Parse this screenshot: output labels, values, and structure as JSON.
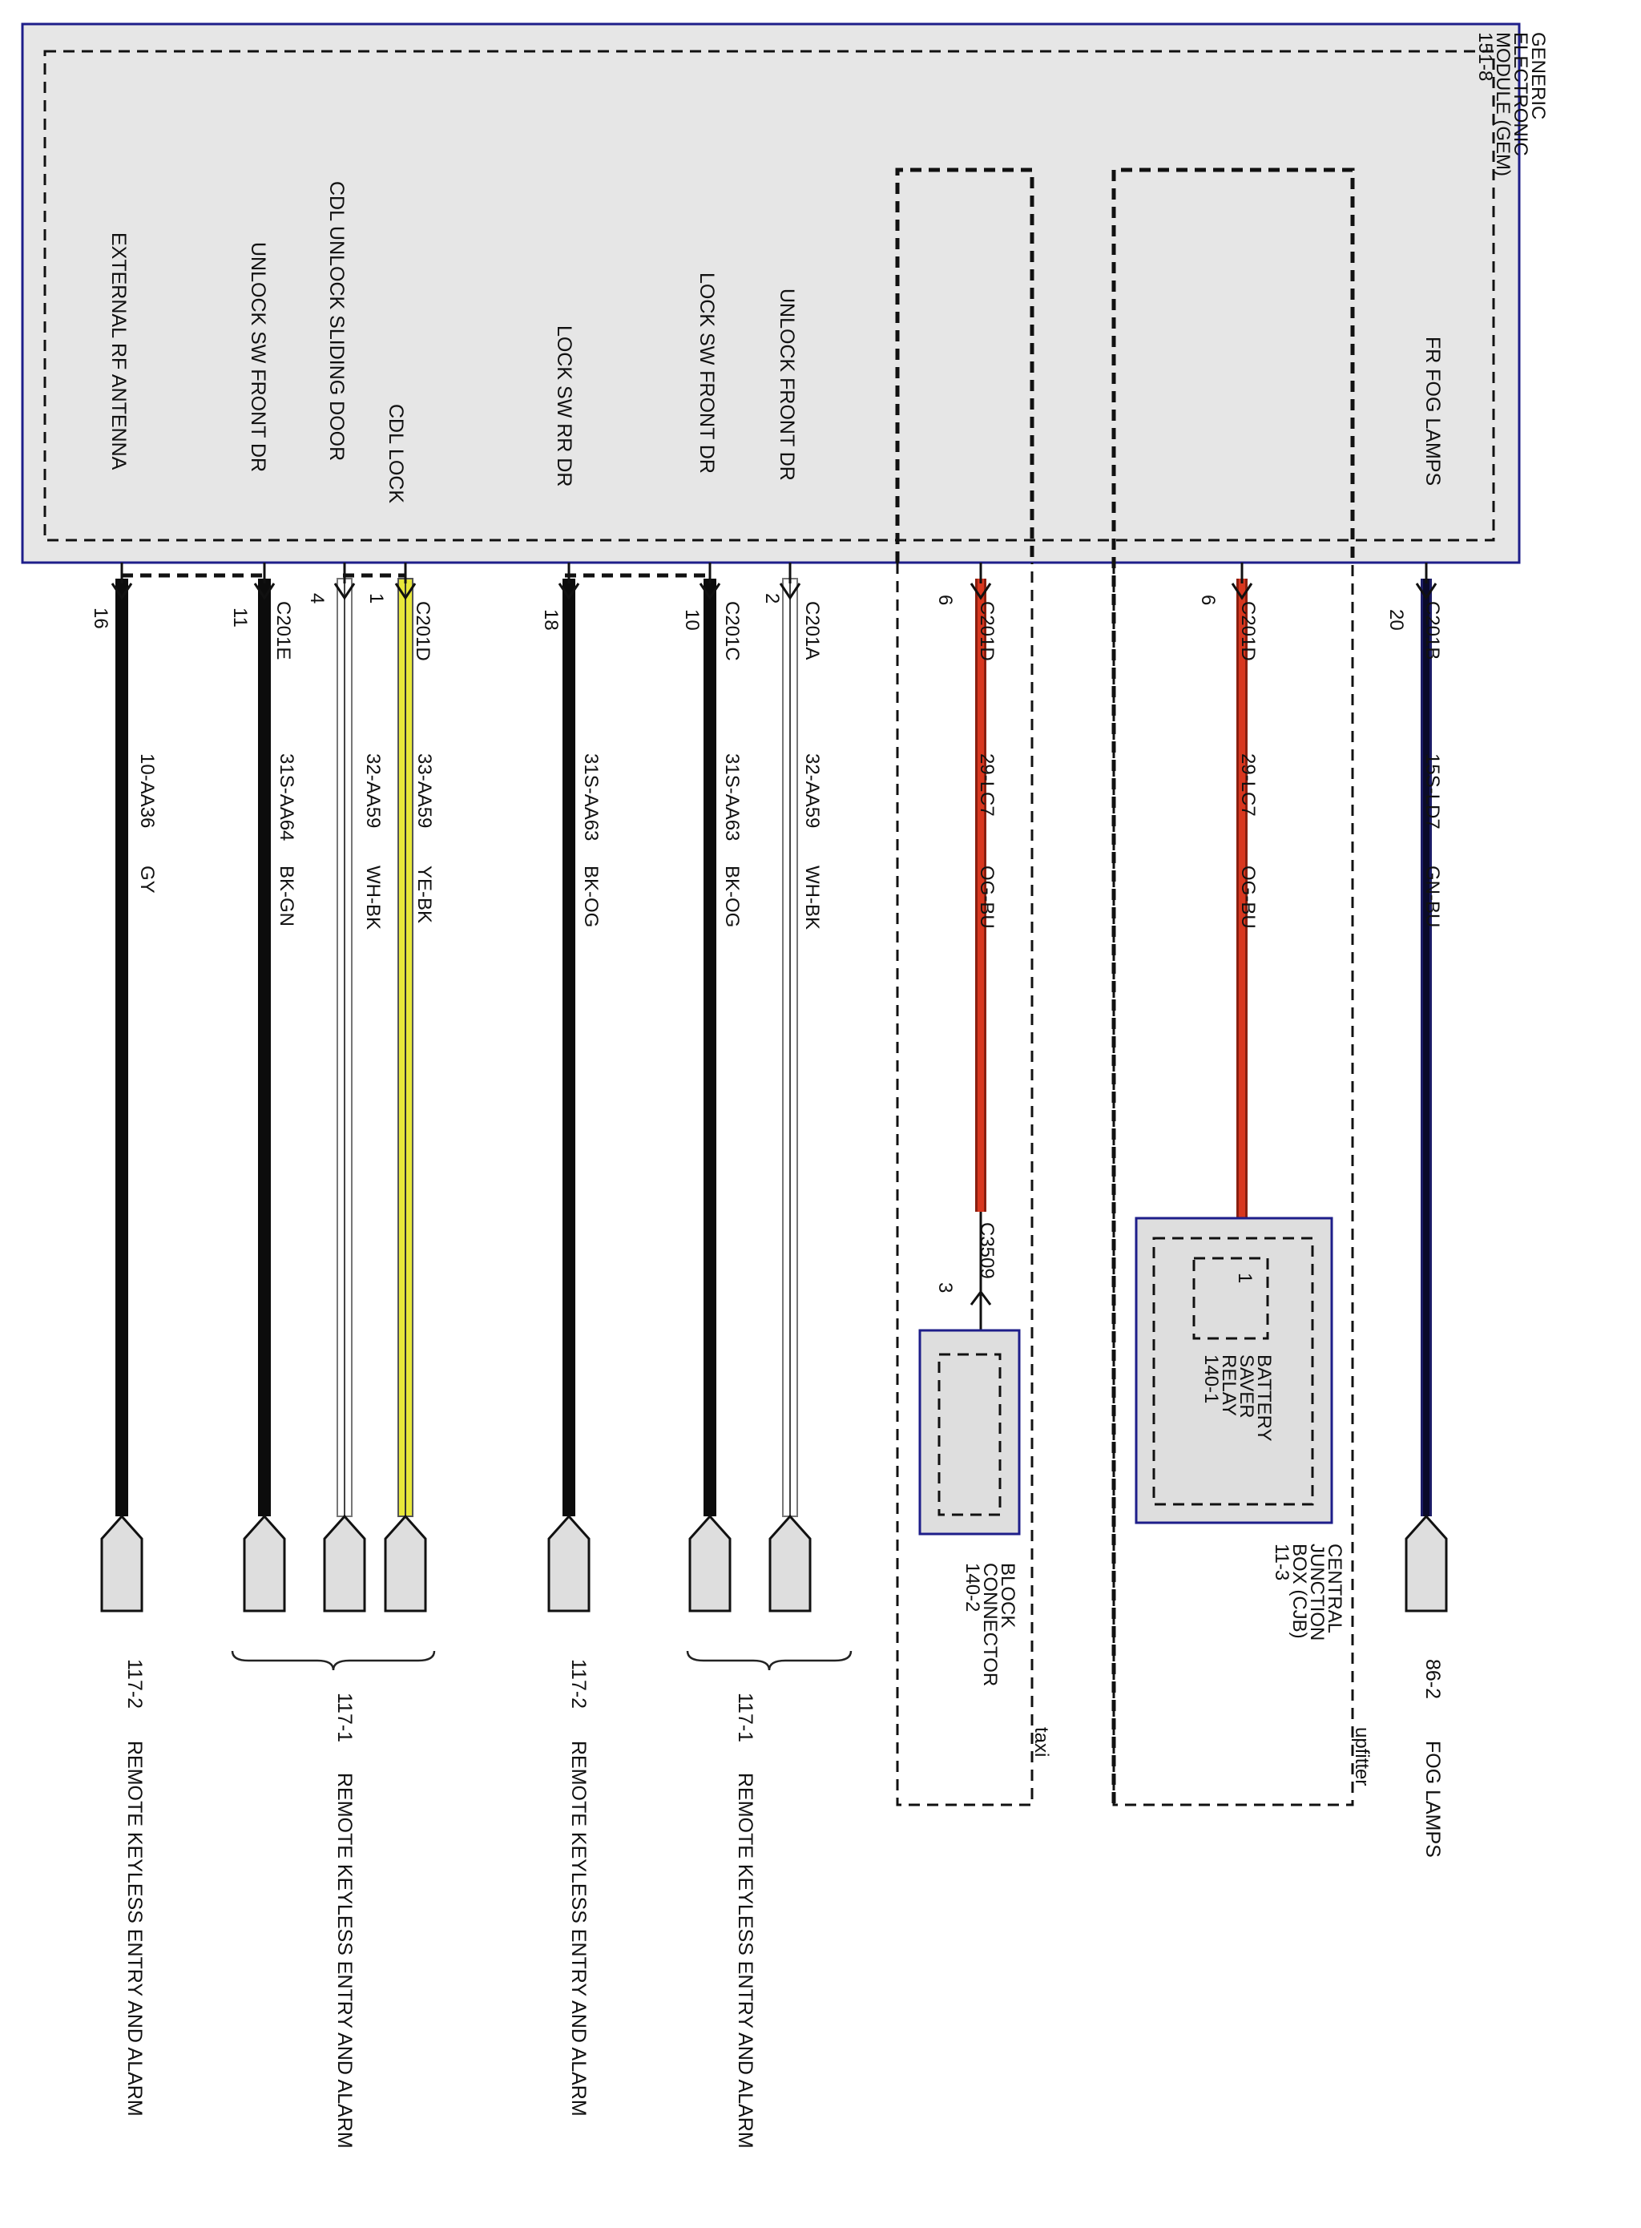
{
  "module": {
    "title_lines": [
      "GENERIC",
      "ELECTRONIC",
      "MODULE (GEM)",
      "151-8"
    ]
  },
  "circuits": [
    {
      "id": "fog",
      "function": "FR FOG LAMPS",
      "connector": "C201B",
      "pin": "20",
      "circuit": "15S-LD7",
      "color_code": "GN-BU",
      "wire_colors": [
        "#0a0a2a",
        "#1c1c66"
      ],
      "dest_pages": [
        "86-2"
      ],
      "dest_labels": [
        "FOG LAMPS"
      ]
    },
    {
      "id": "upfitter",
      "function": "",
      "connector": "C201D",
      "pin": "6",
      "circuit": "29-LC7",
      "color_code": "OG-BU",
      "wire_colors": [
        "#d8371f",
        "#8a1f10"
      ],
      "option_label": "upfitter",
      "relay_pin": "1",
      "relay_lines": [
        "BATTERY",
        "SAVER",
        "RELAY",
        "140-1"
      ],
      "box_lines": [
        "CENTRAL",
        "JUNCTION",
        "BOX (CJB)",
        "11-3"
      ]
    },
    {
      "id": "taxi",
      "function": "",
      "connector": "C201D",
      "pin": "6",
      "circuit": "29-LC7",
      "color_code": "OG-BU",
      "wire_colors": [
        "#d8371f",
        "#8a1f10"
      ],
      "option_label": "taxi",
      "end_connector": "C3509",
      "end_pin": "3",
      "box_lines": [
        "BLOCK",
        "CONNECTOR",
        "140-2"
      ]
    },
    {
      "id": "unlock-front",
      "function": "UNLOCK FRONT DR",
      "connector": "C201A",
      "pin": "2",
      "circuit": "32-AA59",
      "color_code": "WH-BK"
    },
    {
      "id": "lock-sw-front",
      "function": "LOCK SW FRONT DR",
      "connector": "C201C",
      "pin": "10",
      "circuit": "31S-AA63",
      "color_code": "BK-OG"
    },
    {
      "id": "lock-sw-rr",
      "function": "LOCK SW RR DR",
      "connector": "",
      "pin": "18",
      "circuit": "31S-AA63",
      "color_code": "BK-OG"
    },
    {
      "id": "cdl-lock",
      "function": "CDL LOCK",
      "connector": "C201D",
      "pin": "1",
      "circuit": "33-AA59",
      "color_code": "YE-BK"
    },
    {
      "id": "cdl-unlock-sliding",
      "function": "CDL UNLOCK SLIDING DOOR",
      "connector": "",
      "pin": "4",
      "circuit": "32-AA59",
      "color_code": "WH-BK"
    },
    {
      "id": "unlock-sw-front",
      "function": "UNLOCK SW FRONT DR",
      "connector": "C201E",
      "pin": "11",
      "circuit": "31S-AA64",
      "color_code": "BK-GN"
    },
    {
      "id": "ext-rf",
      "function": "EXTERNAL RF ANTENNA",
      "connector": "",
      "pin": "16",
      "circuit": "10-AA36",
      "color_code": "GY"
    }
  ],
  "destinations": [
    {
      "id": "dest-rke-1",
      "page": "117-1",
      "label": "REMOTE KEYLESS ENTRY AND ALARM"
    },
    {
      "id": "dest-rke-2",
      "page": "117-2",
      "label": "REMOTE KEYLESS ENTRY AND ALARM"
    },
    {
      "id": "dest-rke-3",
      "page": "117-1",
      "label": "REMOTE KEYLESS ENTRY AND ALARM"
    },
    {
      "id": "dest-rke-4",
      "page": "117-2",
      "label": "REMOTE KEYLESS ENTRY AND ALARM"
    }
  ],
  "colors": {
    "module_fill": "#e6e6e6",
    "module_border": "#1e1e8a",
    "box_fill": "#dedede",
    "wire_black": "#0c0c0c",
    "wire_yellow": "#e8e83a",
    "wire_white": "#ffffff",
    "wire_gray": "#777777"
  }
}
